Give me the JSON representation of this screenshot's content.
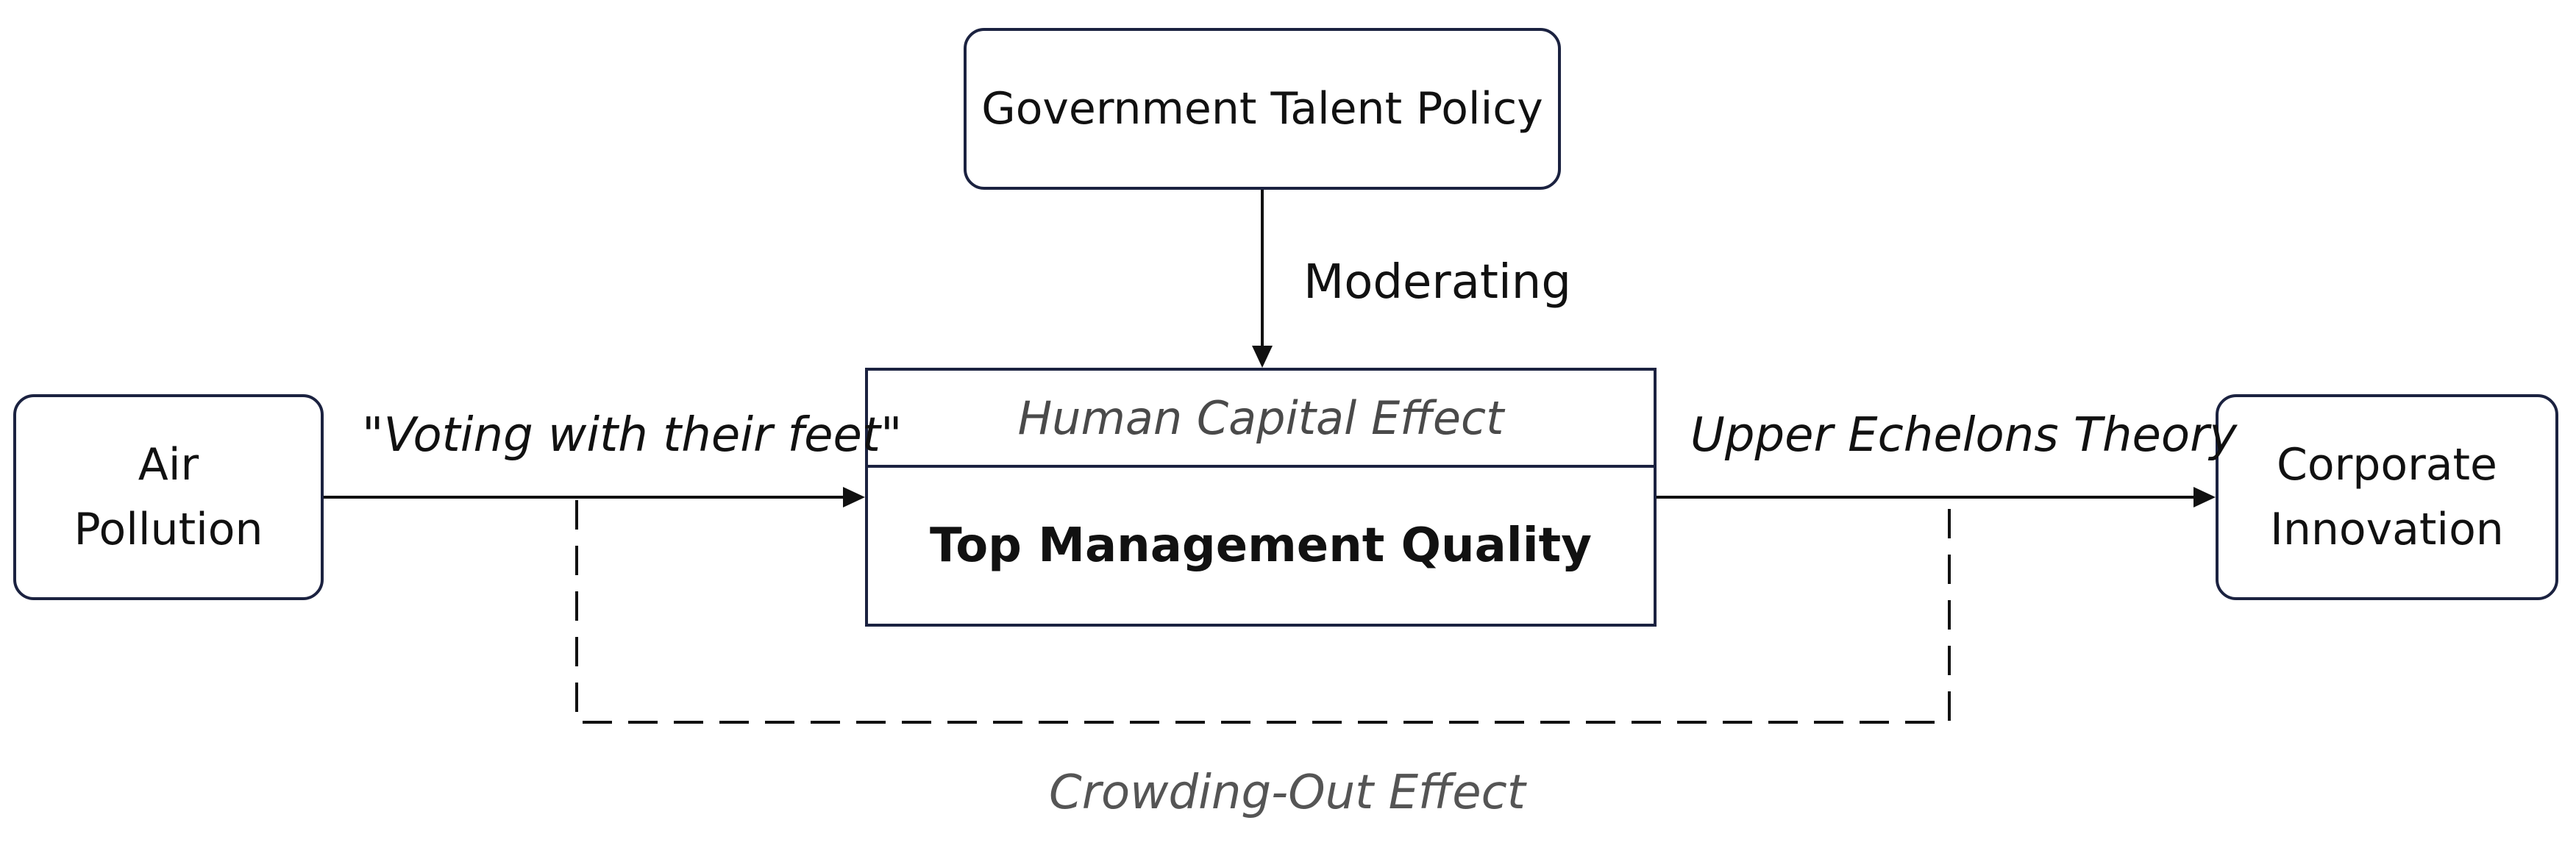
{
  "nodes": {
    "government_talent_policy": "Government Talent Policy",
    "air_pollution_line1": "Air",
    "air_pollution_line2": "Pollution",
    "corporate_innovation_line1": "Corporate",
    "corporate_innovation_line2": "Innovation",
    "mediator_header": "Human Capital Effect",
    "mediator_title": "Top Management Quality"
  },
  "edge_labels": {
    "moderating": "Moderating",
    "voting": "\"Voting with their feet\"",
    "upper_echelons": "Upper Echelons Theory",
    "crowding_out": "Crowding-Out Effect"
  },
  "colors": {
    "border": "#1b2240",
    "text": "#111111",
    "muted_text": "#4a4a4a"
  }
}
